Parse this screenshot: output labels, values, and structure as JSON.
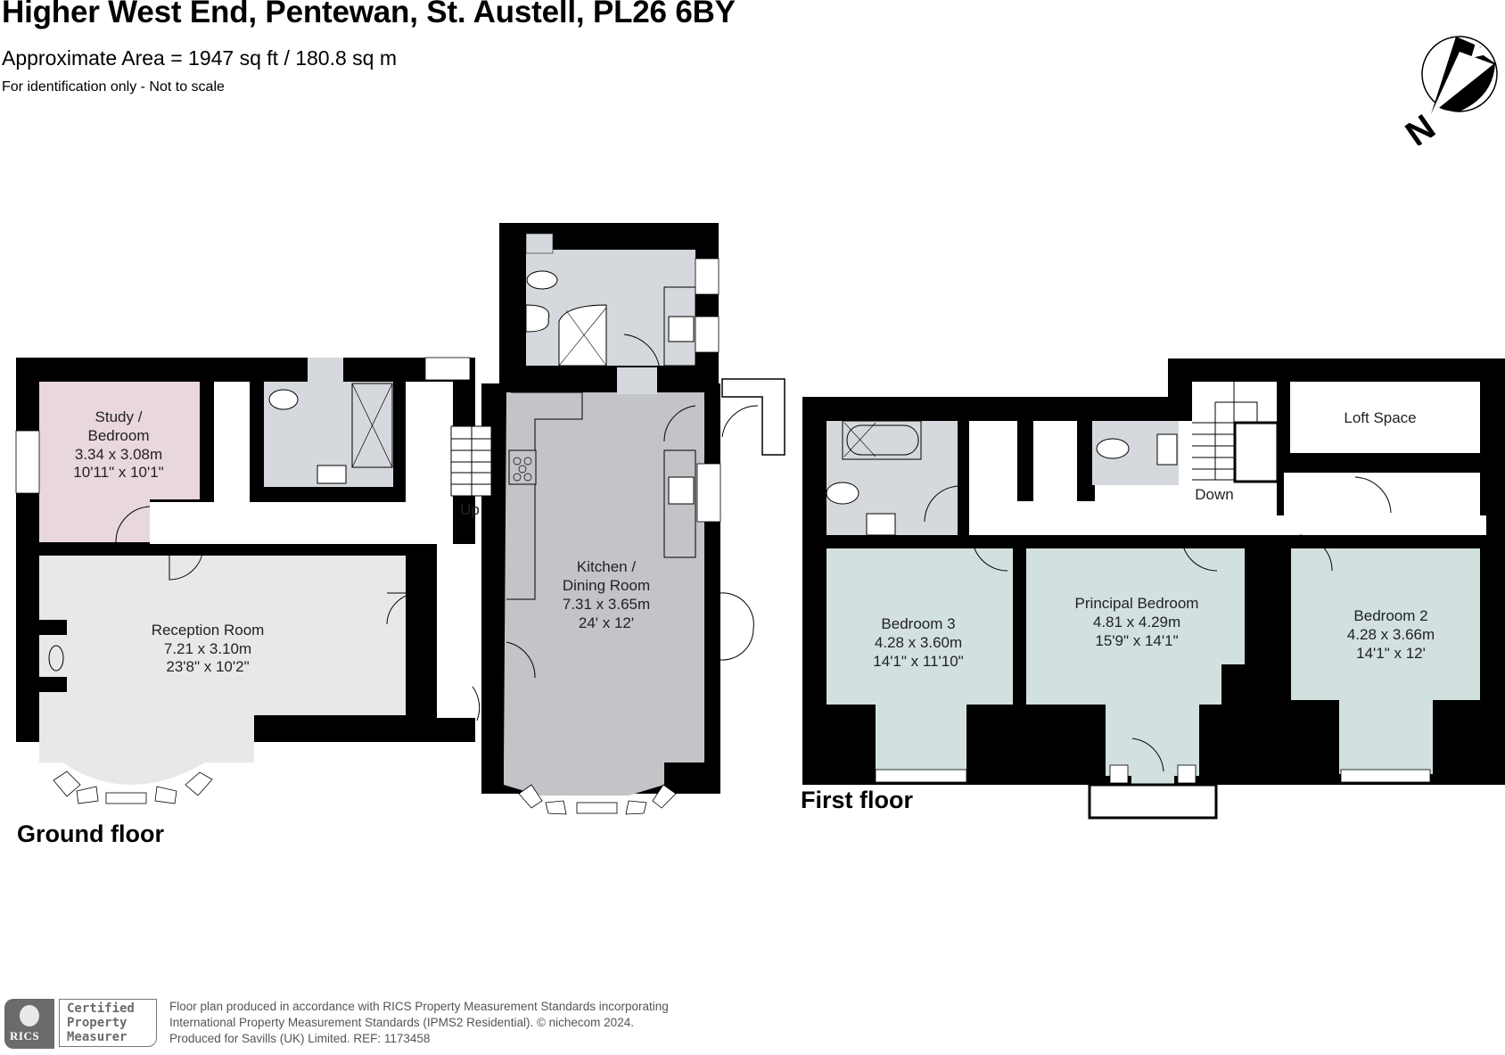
{
  "header": {
    "title": "Higher West End, Pentewan, St. Austell, PL26 6BY",
    "area": "Approximate Area = 1947 sq ft / 180.8 sq m",
    "note": "For identification only - Not to scale"
  },
  "compass": {
    "label": "N",
    "icon": "north-arrow-icon"
  },
  "colors": {
    "wall": "#000000",
    "study_fill": "#e9d7e0",
    "reception_fill": "#e8e8e8",
    "kitchen_fill": "#c3c4c8",
    "bathroom_fill": "#d5d8dc",
    "bedroom_fill": "#d2e0e0",
    "hall_fill": "#ffffff"
  },
  "ground_floor": {
    "label": "Ground floor",
    "stairs_label": "Up",
    "rooms": [
      {
        "name": "Study /",
        "name2": "Bedroom",
        "metric": "3.34 x 3.08m",
        "imperial": "10'11\" x 10'1\""
      },
      {
        "name": "Reception Room",
        "metric": "7.21 x 3.10m",
        "imperial": "23'8\" x 10'2\""
      },
      {
        "name": "Kitchen /",
        "name2": "Dining Room",
        "metric": "7.31 x 3.65m",
        "imperial": "24' x 12'"
      }
    ]
  },
  "first_floor": {
    "label": "First floor",
    "stairs_label": "Down",
    "rooms": [
      {
        "name": "Bedroom 3",
        "metric": "4.28 x 3.60m",
        "imperial": "14'1\" x 11'10\""
      },
      {
        "name": "Principal Bedroom",
        "metric": "4.81 x 4.29m",
        "imperial": "15'9\" x 14'1\""
      },
      {
        "name": "Bedroom 2",
        "metric": "4.28 x 3.66m",
        "imperial": "14'1\" x 12'"
      },
      {
        "name": "Loft Space"
      }
    ]
  },
  "footer": {
    "badge_org": "RICS",
    "badge_line1": "Certified",
    "badge_line2": "Property",
    "badge_line3": "Measurer",
    "line1": "Floor plan produced in accordance with RICS Property Measurement Standards incorporating",
    "line2": "International Property Measurement Standards (IPMS2 Residential).   © nichecom 2024.",
    "line3": "Produced for Savills (UK) Limited.   REF:  1173458"
  }
}
